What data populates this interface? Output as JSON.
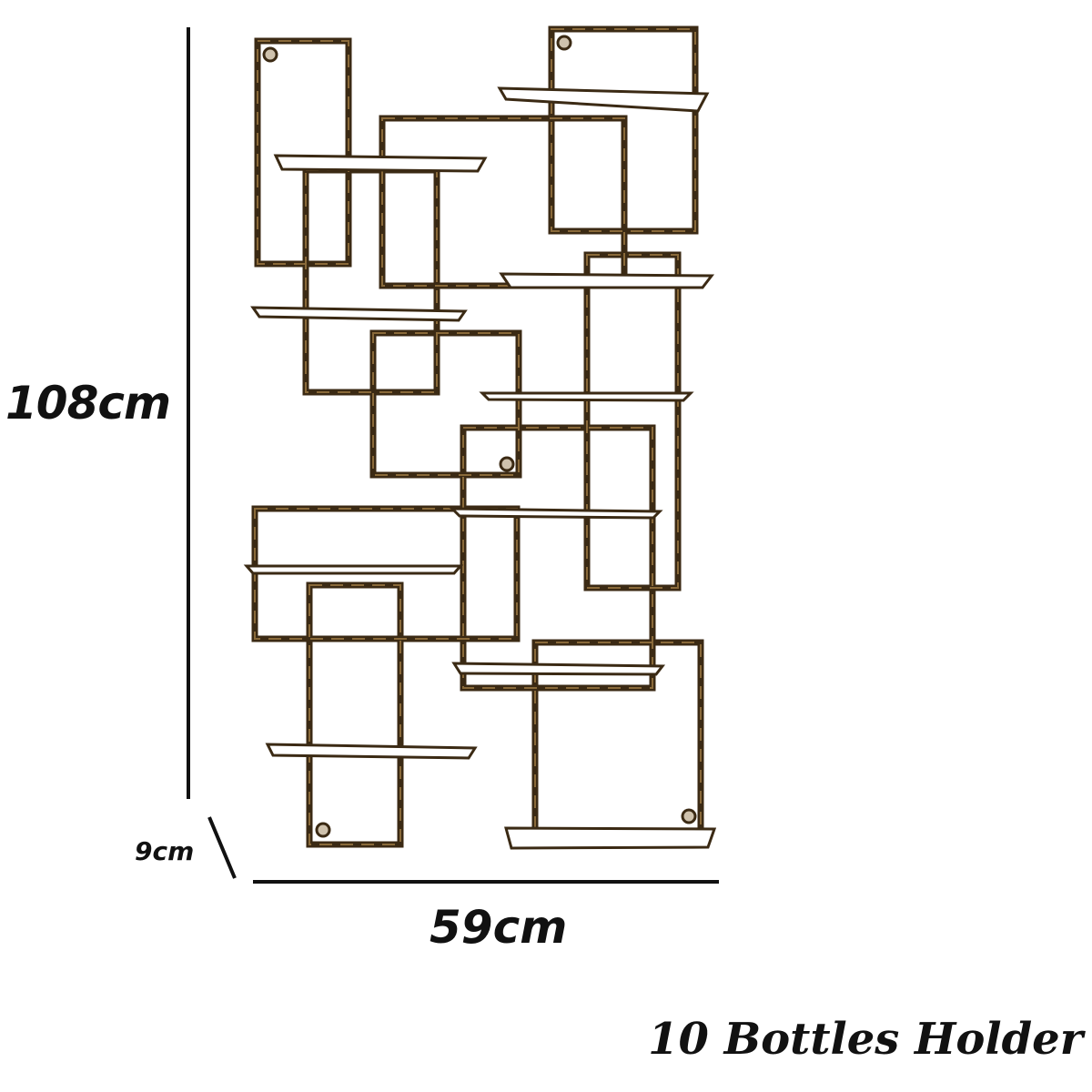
{
  "dimensions": {
    "height": "108cm",
    "depth": "9cm",
    "width": "59cm"
  },
  "caption": "10 Bottles Holder",
  "colors": {
    "frame": "#3b2a14",
    "frame_highlight": "#8a6a3a",
    "dimension_line": "#111111",
    "background": "#ffffff"
  }
}
